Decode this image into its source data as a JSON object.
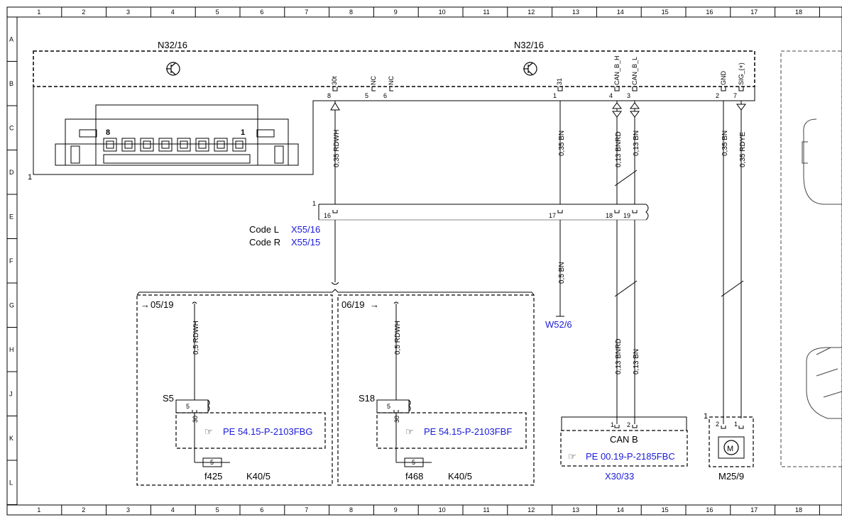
{
  "grid": {
    "columns": [
      "1",
      "2",
      "3",
      "4",
      "5",
      "6",
      "7",
      "8",
      "9",
      "10",
      "11",
      "12",
      "13",
      "14",
      "15",
      "16",
      "17",
      "18"
    ],
    "rows": [
      "A",
      "B",
      "C",
      "D",
      "E",
      "F",
      "G",
      "H",
      "J",
      "K",
      "L"
    ]
  },
  "components": {
    "n32_left": "N32/16",
    "n32_right": "N32/16",
    "connector_pin_8": "8",
    "connector_pin_1": "1",
    "connector_ref": "1",
    "x55_ref": "1",
    "code_l": "Code L",
    "code_l_ref": "X55/16",
    "code_r": "Code R",
    "code_r_ref": "X55/15",
    "w52": "W52/6",
    "s5": "S5",
    "s18": "S18",
    "f425": "f425",
    "f468": "f468",
    "k40_left": "K40/5",
    "k40_right": "K40/5",
    "fuse_5a": "5",
    "fuse_5b": "5",
    "page_left": "05/19",
    "page_right": "06/19",
    "pe_left": "PE 54.15-P-2103FBG",
    "pe_right": "PE 54.15-P-2103FBF",
    "can_b": "CAN B",
    "pe_can": "PE 00.19-P-2185FBC",
    "x30": "X30/33",
    "m25": "M25/9",
    "m25_ref": "1",
    "m25_pin2": "2",
    "m25_pin1": "1",
    "can_pin1": "1",
    "can_pin2": "2",
    "s5_pin5": "5",
    "s5_pin30": "30",
    "s18_pin5": "5",
    "s18_pin30": "30"
  },
  "pins": {
    "p8": "8",
    "p8_name": "30t",
    "p5": "5",
    "p5_name": "NC",
    "p6": "6",
    "p6_name": "NC",
    "p1": "1",
    "p1_name": "31",
    "p4": "4",
    "p4_name": "CAN_B_H",
    "p3": "3",
    "p3_name": "CAN_B_L",
    "p2": "2",
    "p2_name": "GND",
    "p7": "7",
    "p7_name": "SIG_(+)",
    "x16": "16",
    "x17": "17",
    "x18": "18",
    "x19": "19"
  },
  "wires": {
    "w1": "0,35 RDWH",
    "w2": "0,35 BN",
    "w3": "0,13 BNRD",
    "w4": "0,13 BN",
    "w5": "0,35 BN",
    "w6": "0,35 RDYE",
    "w7": "0,5 BN",
    "w8": "0,5 RDWH",
    "w9": "0,5 RDWH",
    "w10": "0,13 BNRD",
    "w11": "0,13 BN"
  },
  "colors": {
    "link": "#1a1adb",
    "line": "#000000"
  }
}
